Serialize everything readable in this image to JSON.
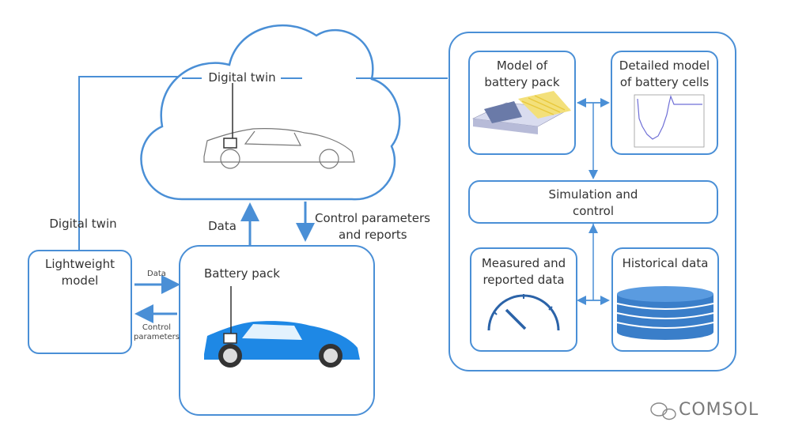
{
  "labels": {
    "cloud_title": "Digital twin",
    "left_vertical_label": "Digital twin",
    "data_up": "Data",
    "control_down_1": "Control parameters",
    "control_down_2": "and reports",
    "lightweight_1": "Lightweight",
    "lightweight_2": "model",
    "battery_pack_title": "Battery pack",
    "small_data": "Data",
    "small_control_1": "Control",
    "small_control_2": "parameters",
    "model_pack_1": "Model of",
    "model_pack_2": "battery pack",
    "detailed_1": "Detailed model",
    "detailed_2": "of battery cells",
    "simulation_1": "Simulation and",
    "simulation_2": "control",
    "measured_1": "Measured and",
    "measured_2": "reported data",
    "historical": "Historical data",
    "watermark": "COMSOL"
  },
  "colors": {
    "accent": "#4a8fd6",
    "car_blue": "#1e88e5",
    "database": "#3a7ec9",
    "gauge": "#2b63a8"
  },
  "icons": [
    "cloud-icon",
    "car-outline-icon",
    "car-blue-icon",
    "battery-model-icon",
    "line-chart-icon",
    "gauge-icon",
    "database-icon",
    "wechat-icon"
  ]
}
